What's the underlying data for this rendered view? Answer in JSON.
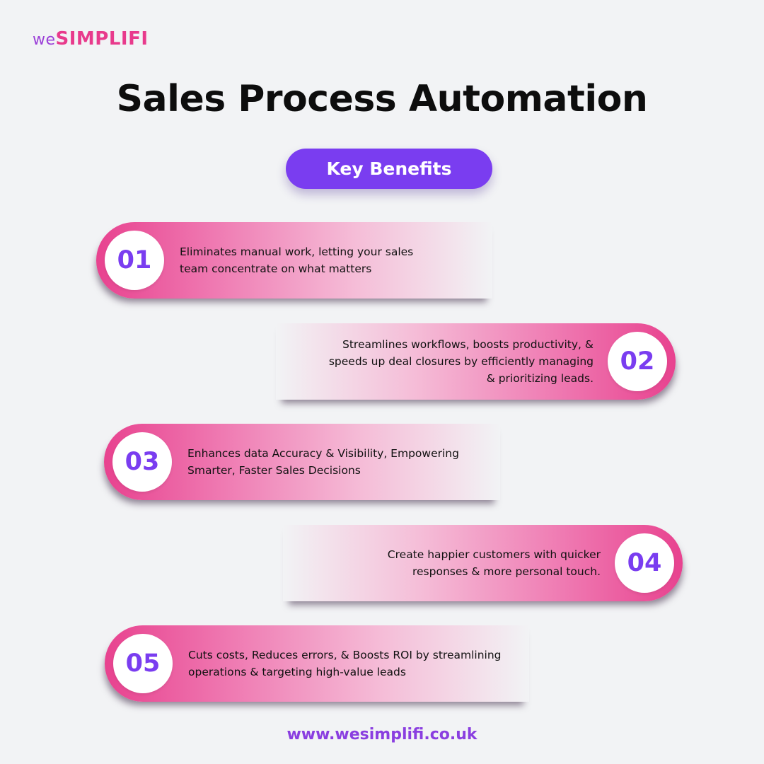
{
  "brand": {
    "prefix": "we",
    "name": "SIMPLIFI",
    "colors": {
      "purple": "#7a3df0",
      "pink": "#e8428f",
      "background": "#f2f3f5"
    }
  },
  "title": "Sales Process Automation",
  "subtitle": "Key Benefits",
  "benefits": [
    {
      "number": "01",
      "lines": [
        "Eliminates manual work, letting your sales",
        "team concentrate on what matters"
      ]
    },
    {
      "number": "02",
      "lines": [
        "Streamlines workflows, boosts productivity, &",
        "speeds up deal closures by efficiently managing",
        "& prioritizing leads."
      ]
    },
    {
      "number": "03",
      "lines": [
        "Enhances data Accuracy & Visibility, Empowering",
        "Smarter, Faster Sales Decisions"
      ]
    },
    {
      "number": "04",
      "lines": [
        "Create happier customers with quicker",
        "responses &  more personal touch."
      ]
    },
    {
      "number": "05",
      "lines": [
        "Cuts costs, Reduces errors, & Boosts ROI by streamlining",
        "operations & targeting high-value leads"
      ]
    }
  ],
  "footer_url": "www.wesimplifi.co.uk"
}
